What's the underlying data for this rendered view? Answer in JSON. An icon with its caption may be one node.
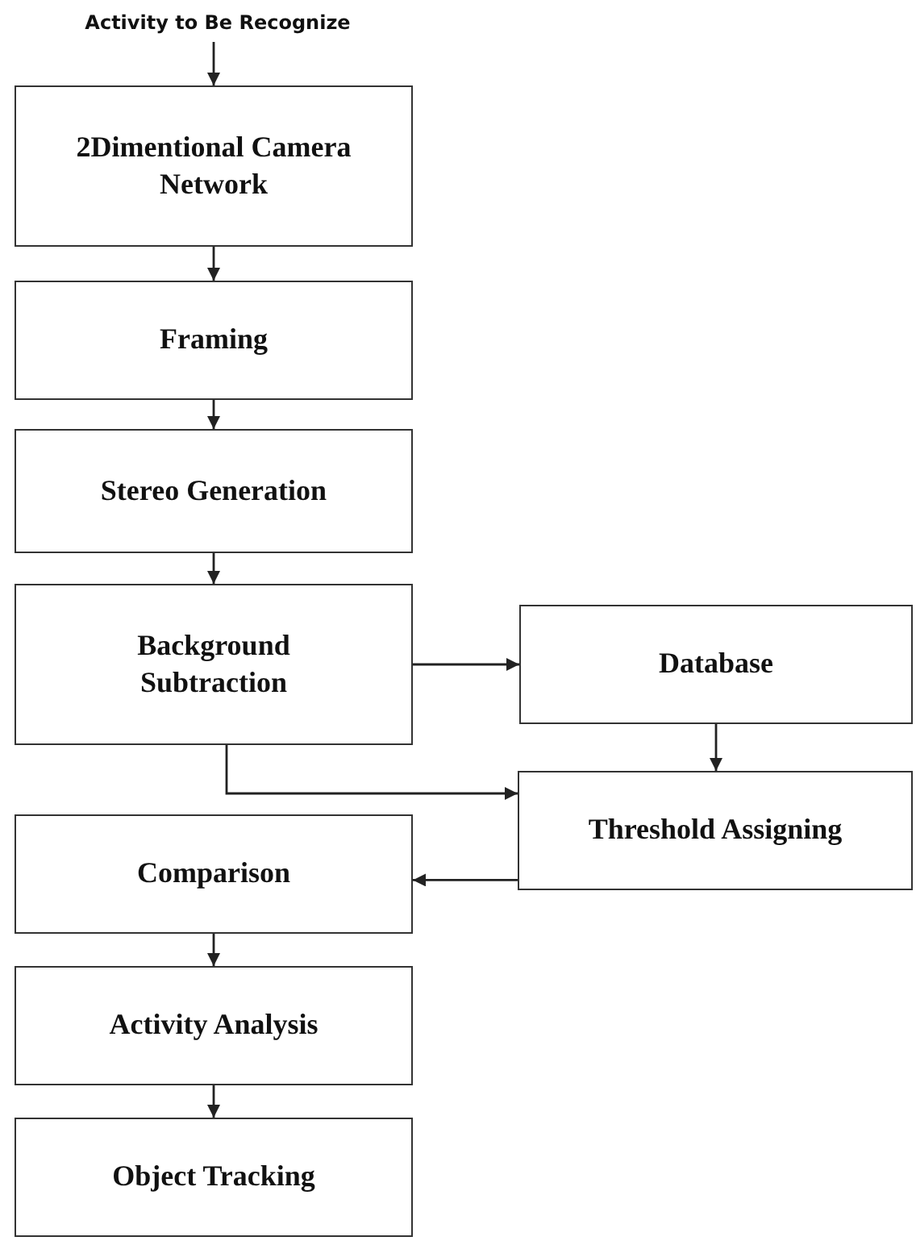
{
  "diagram": {
    "nodes": [
      {
        "text": [
          "Activity to Be Recognize"
        ]
      },
      {
        "text": [
          "2Dimentional Camera Network"
        ]
      },
      {
        "text": [
          "Framing"
        ]
      },
      {
        "text": [
          "Stereo Generation"
        ]
      },
      {
        "text": [
          "Background Subtraction"
        ]
      },
      {
        "text": [
          "Database"
        ]
      },
      {
        "text": [
          "Threshold Assigning"
        ]
      },
      {
        "text": [
          "Comparison"
        ]
      },
      {
        "text": [
          "Activity Analysis"
        ]
      },
      {
        "text": [
          "Object Tracking"
        ]
      }
    ],
    "edges": [
      {
        "from": 0,
        "to": 1,
        "arrow": "to"
      },
      {
        "from": 1,
        "to": 2,
        "arrow": "to"
      },
      {
        "from": 2,
        "to": 3,
        "arrow": "to"
      },
      {
        "from": 3,
        "to": 4,
        "arrow": "to"
      },
      {
        "from": 4,
        "to": 5,
        "arrow": "to"
      },
      {
        "from": 5,
        "to": 6,
        "arrow": "to"
      },
      {
        "from": 4,
        "to": 6,
        "arrow": "to"
      },
      {
        "from": 6,
        "to": 7,
        "arrow": "to"
      },
      {
        "from": 7,
        "to": 8,
        "arrow": "to"
      },
      {
        "from": 8,
        "to": 9,
        "arrow": "to"
      }
    ]
  }
}
